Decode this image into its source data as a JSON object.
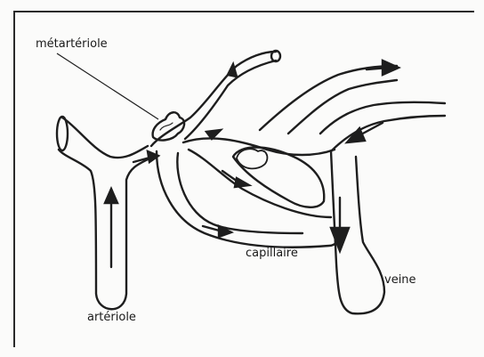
{
  "labels": {
    "metarteriole": "métartériole",
    "capillaire": "capillaire",
    "veine": "veine",
    "arteriole": "artériole"
  }
}
